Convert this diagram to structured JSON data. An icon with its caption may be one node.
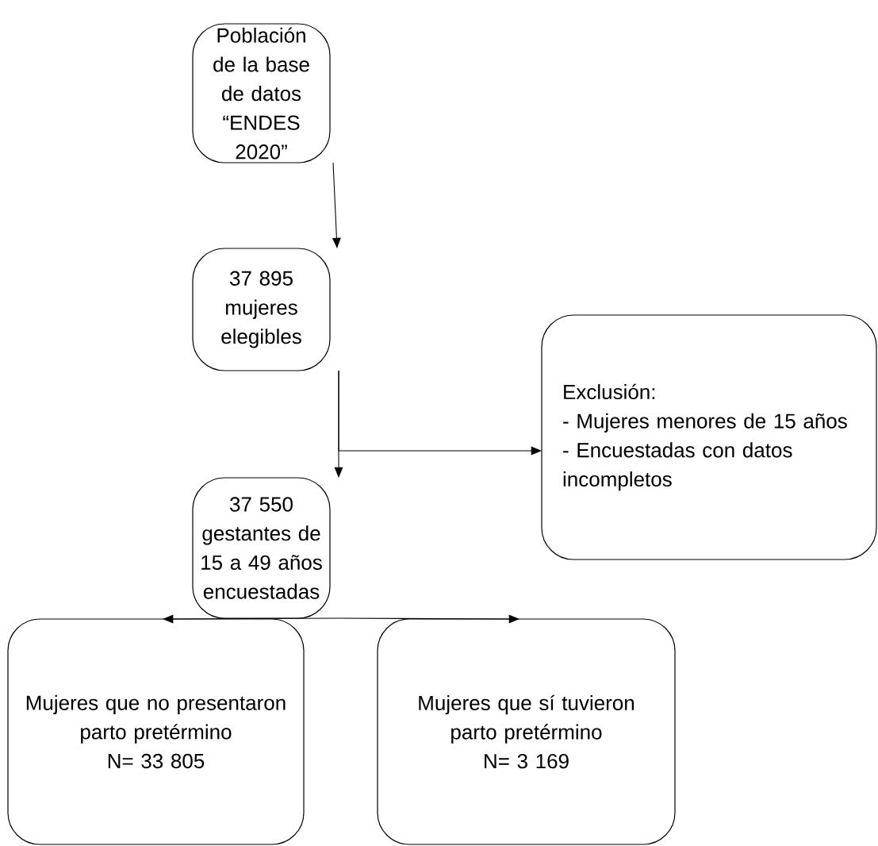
{
  "diagram": {
    "nodes": [
      {
        "text": [
          "Población de la base de datos “ENDES 2020”"
        ]
      },
      {
        "text": [
          "37 895 mujeres elegibles"
        ]
      },
      {
        "text": [
          "Exclusión:",
          "- Mujeres menores de 15 años",
          "- Encuestadas con datos incompletos"
        ]
      },
      {
        "text": [
          "37 550 gestantes de 15 a 49 años encuestadas"
        ]
      },
      {
        "text": [
          "Mujeres que no presentaron parto pretérmino",
          "N= 33 805"
        ]
      },
      {
        "text": [
          "Mujeres que sí tuvieron parto pretérmino",
          "N= 3 169"
        ]
      }
    ],
    "edges": [
      {
        "from": 0,
        "to": 1,
        "arrow": "to"
      },
      {
        "from": 1,
        "to": 3,
        "arrow": "to"
      },
      {
        "from": 1,
        "to": 2,
        "arrow": "to"
      },
      {
        "from": 3,
        "to": 4,
        "arrow": "to"
      },
      {
        "from": 3,
        "to": 5,
        "arrow": "to"
      }
    ]
  }
}
